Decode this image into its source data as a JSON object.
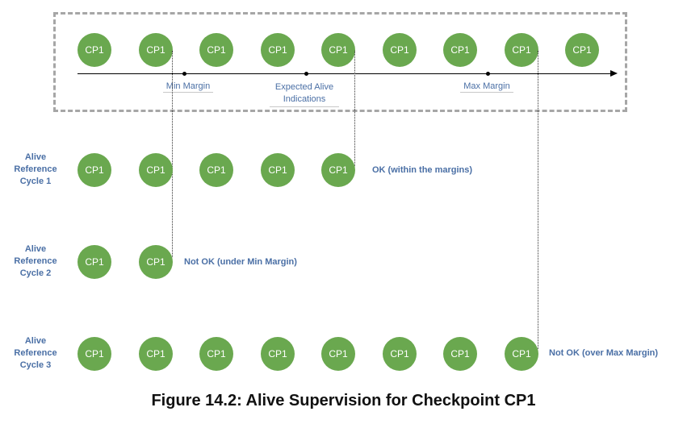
{
  "node_label": "CP1",
  "colors": {
    "node": "#6aa84f",
    "label_text": "#4a6fa5"
  },
  "timeline": {
    "min_margin": "Min Margin",
    "expected_line1": "Expected Alive",
    "expected_line2": "Indications",
    "max_margin": "Max Margin"
  },
  "cycles": [
    {
      "label_line1": "Alive",
      "label_line2": "Reference",
      "label_line3": "Cycle 1",
      "status": "OK (within the margins)",
      "count": 5
    },
    {
      "label_line1": "Alive",
      "label_line2": "Reference",
      "label_line3": "Cycle 2",
      "status": "Not OK (under Min Margin)",
      "count": 2
    },
    {
      "label_line1": "Alive",
      "label_line2": "Reference",
      "label_line3": "Cycle 3",
      "status": "Not OK (over Max Margin)",
      "count": 8
    }
  ],
  "caption": "Figure 14.2: Alive Supervision for Checkpoint CP1"
}
